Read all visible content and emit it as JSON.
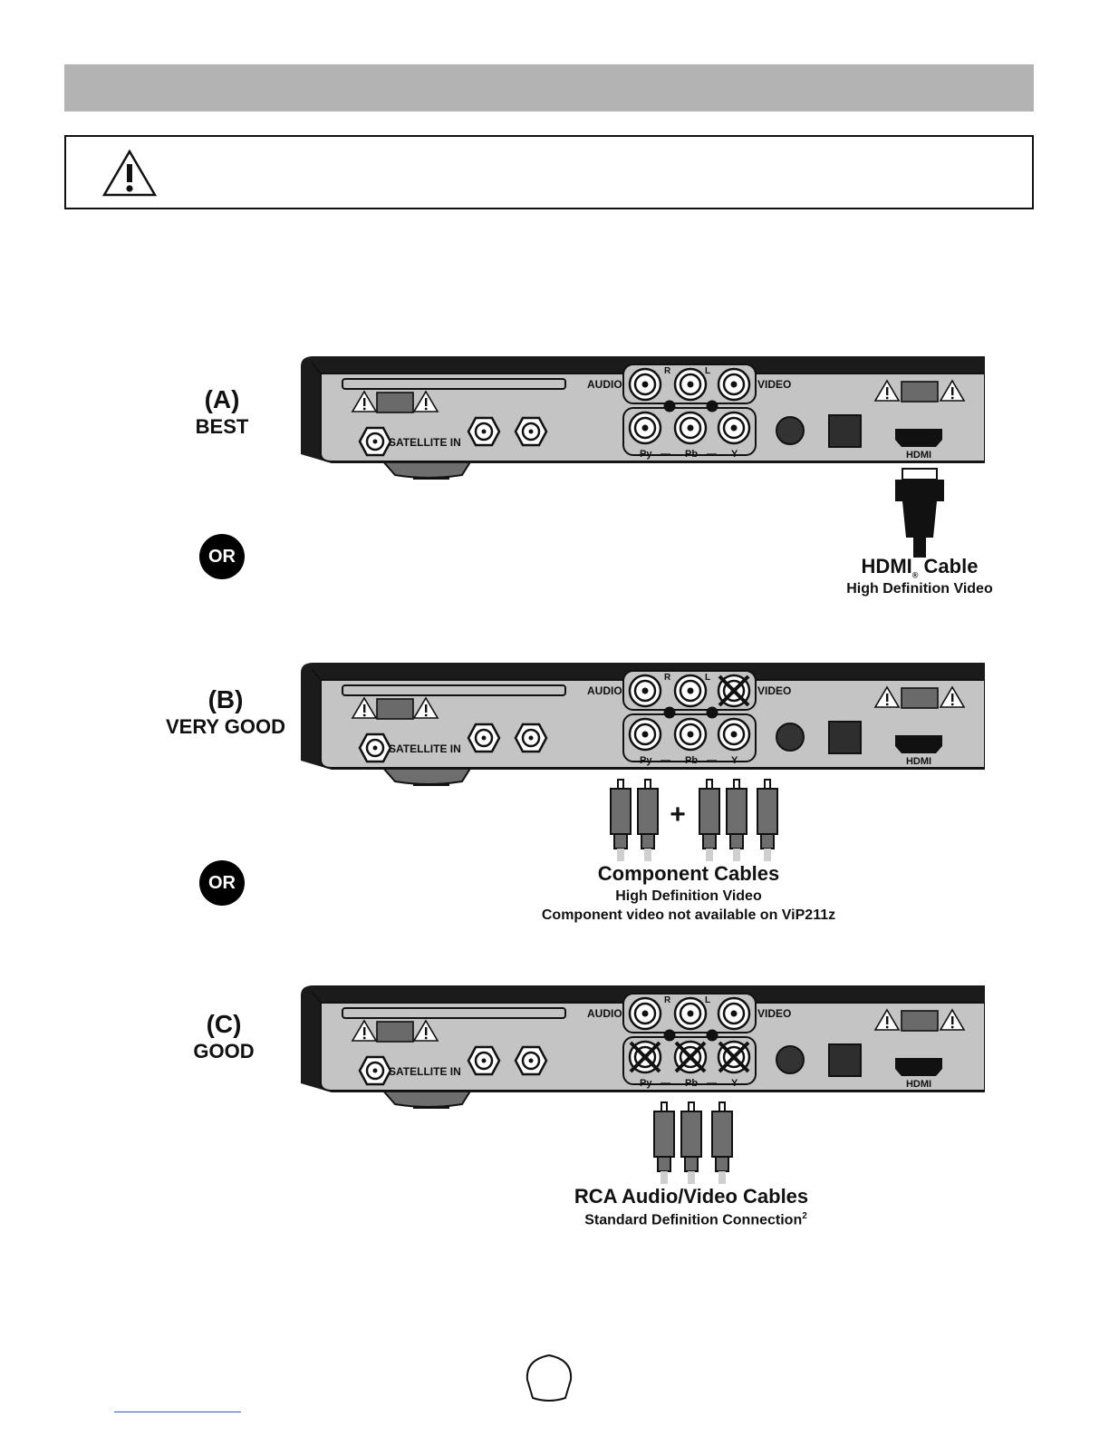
{
  "options": [
    {
      "letter": "(A)",
      "rating": "BEST",
      "cable_title": "HDMI",
      "cable_title_suffix": "Cable",
      "registered_mark": "®",
      "cable_desc": "High Definition Video",
      "cable_note": ""
    },
    {
      "letter": "(B)",
      "rating": "VERY GOOD",
      "cable_title": "Component Cables",
      "cable_desc": "High Definition Video",
      "cable_note": "Component video not available on ViP211z"
    },
    {
      "letter": "(C)",
      "rating": "GOOD",
      "cable_title": "RCA Audio/Video Cables",
      "cable_desc": "Standard Definition Connection",
      "footnote_mark": "2"
    }
  ],
  "separator_label": "OR",
  "plus_sign": "+",
  "receiver_labels": {
    "satellite_in": "SATELLITE IN",
    "audio": "AUDIO",
    "video": "VIDEO",
    "right": "R",
    "left": "L",
    "py": "Py",
    "pb": "Pb",
    "y": "Y",
    "dash": "—",
    "hdmi": "HDMI"
  },
  "icons": {
    "warning": "warning-triangle-icon",
    "page_tab": "page-number-tab-icon"
  }
}
